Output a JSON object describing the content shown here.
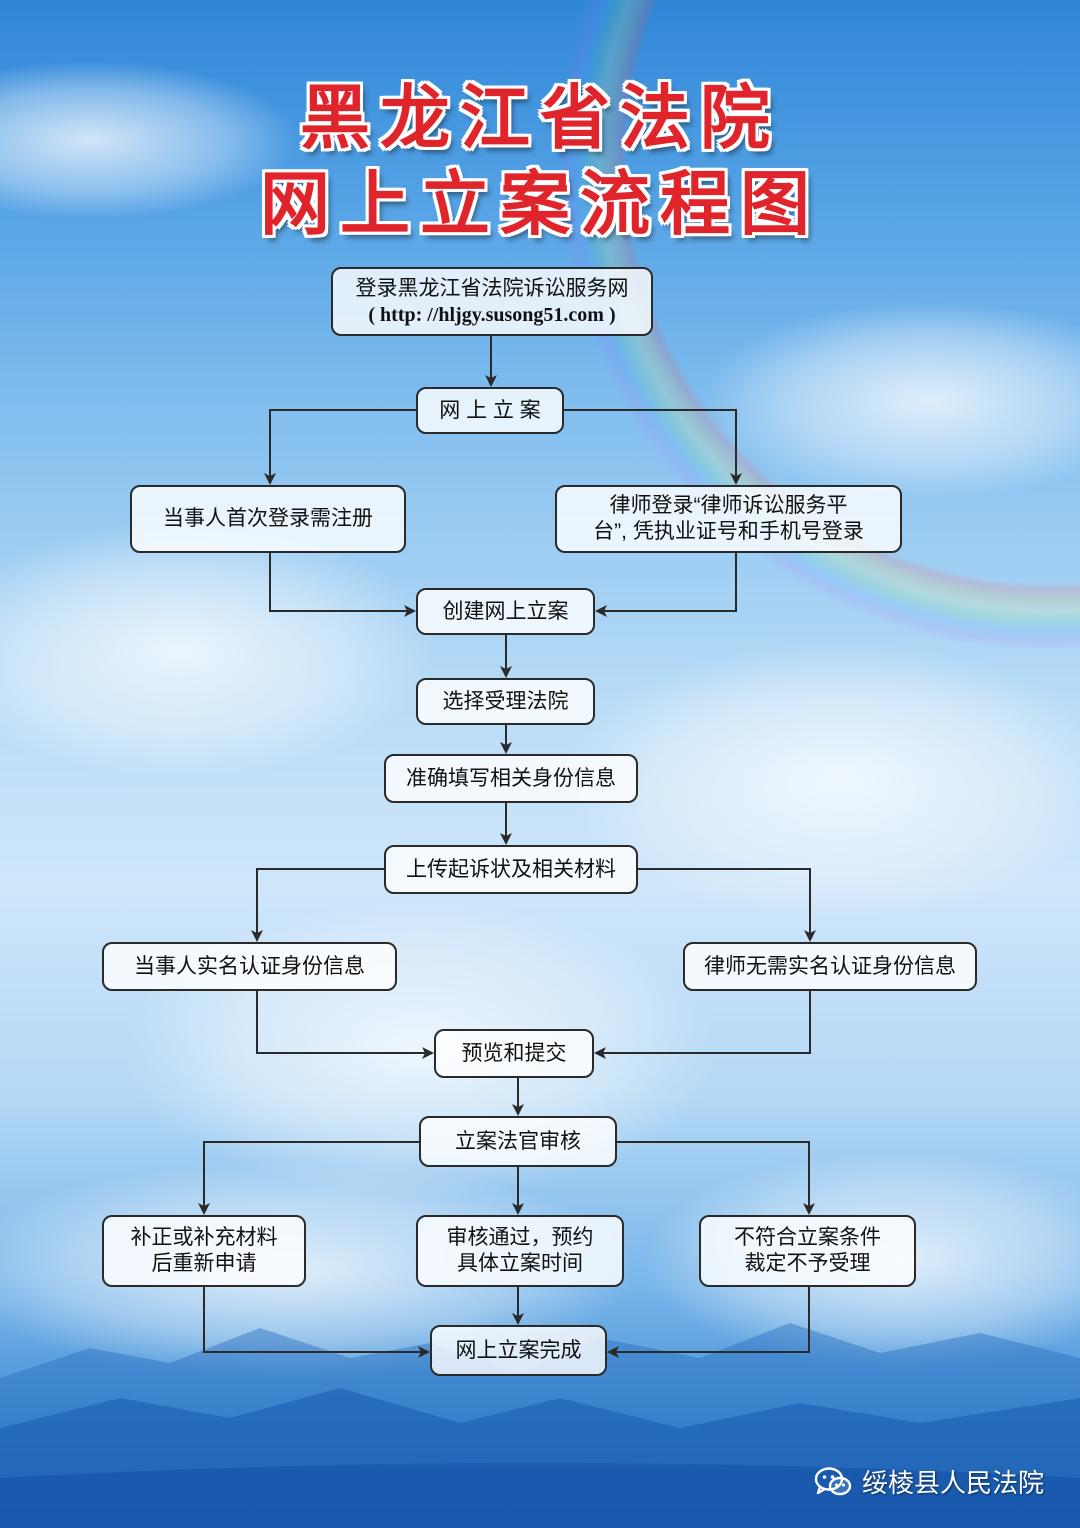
{
  "title": {
    "line1": "黑龙江省法院",
    "line2": "网上立案流程图"
  },
  "nodes": {
    "login": {
      "line1": "登录黑龙江省法院诉讼服务网",
      "line2": "( http: //hljgy.susong51.com )"
    },
    "online_filing": {
      "line1": "网 上 立 案"
    },
    "party_register": {
      "line1": "当事人首次登录需注册"
    },
    "lawyer_login": {
      "line1": "律师登录“律师诉讼服务平",
      "line2": "台”, 凭执业证号和手机号登录"
    },
    "create_case": {
      "line1": "创建网上立案"
    },
    "select_court": {
      "line1": "选择受理法院"
    },
    "fill_identity": {
      "line1": "准确填写相关身份信息"
    },
    "upload_materials": {
      "line1": "上传起诉状及相关材料"
    },
    "party_realname": {
      "line1": "当事人实名认证身份信息"
    },
    "lawyer_no_realname": {
      "line1": "律师无需实名认证身份信息"
    },
    "preview_submit": {
      "line1": "预览和提交"
    },
    "judge_review": {
      "line1": "立案法官审核"
    },
    "supplement": {
      "line1": "补正或补充材料",
      "line2": "后重新申请"
    },
    "approved": {
      "line1": "审核通过，预约",
      "line2": "具体立案时间"
    },
    "rejected": {
      "line1": "不符合立案条件",
      "line2": "裁定不予受理"
    },
    "complete": {
      "line1": "网上立案完成"
    }
  },
  "watermark": {
    "icon": "wechat-icon",
    "text": "绥棱县人民法院"
  },
  "colors": {
    "title_red": "#e0242b",
    "line": "#2a2a2a",
    "box_fill": "#ffffff"
  }
}
